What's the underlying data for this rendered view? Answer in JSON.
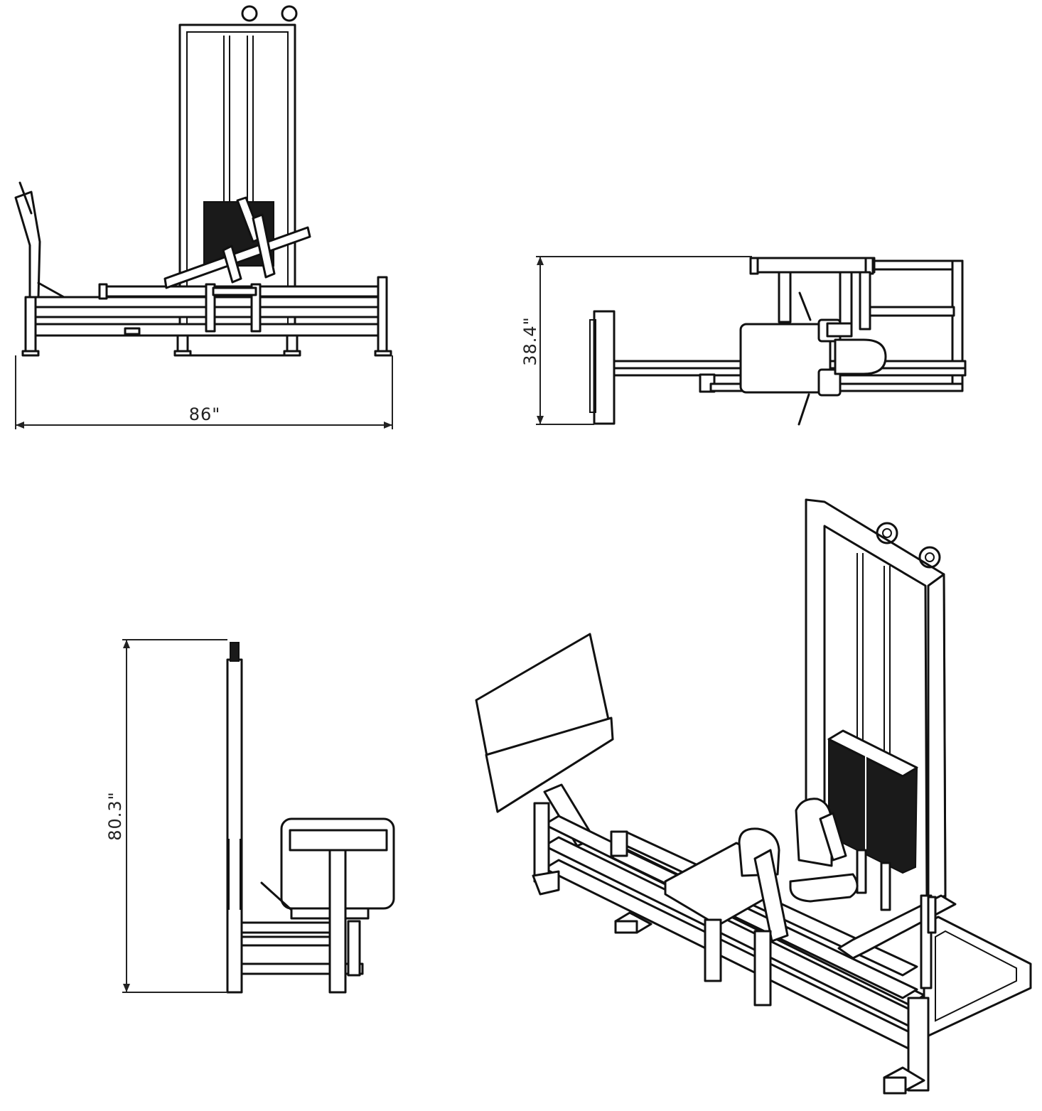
{
  "dimensions": {
    "length": "86\"",
    "width": "38.4\"",
    "height": "80.3\""
  },
  "views": [
    "front-elevation",
    "top-plan",
    "side-elevation",
    "isometric"
  ],
  "colors": {
    "line": "#111111",
    "stack": "#1a1a1a",
    "background": "#ffffff"
  }
}
